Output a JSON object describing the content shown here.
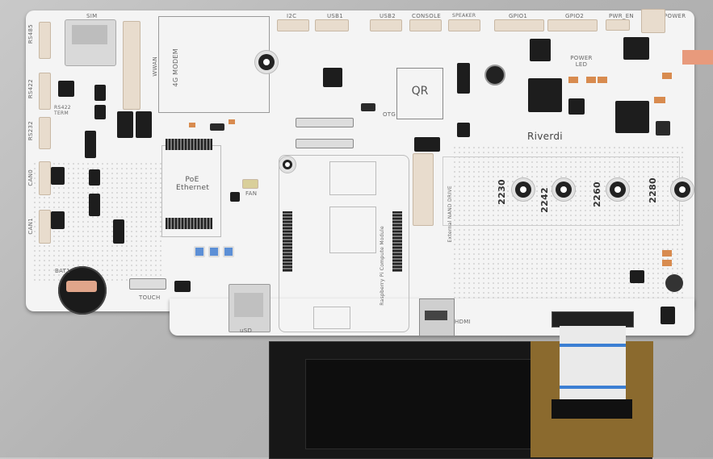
{
  "board": {
    "top_connectors": [
      "I2C",
      "USB1",
      "USB2",
      "CONSOLE",
      "SPEAKER",
      "GPIO1",
      "GPIO2",
      "PWR_EN",
      "POWER"
    ],
    "left_connectors": [
      "RS485",
      "RS422",
      "RS232",
      "CAN0",
      "CAN1"
    ],
    "sim_label": "SIM",
    "wwan_label": "WWAN",
    "modem_label": "4G MODEM",
    "qr_label": "QR",
    "otg_label": "OTG",
    "power_led_label": "POWER LED",
    "brand": "Riverdi",
    "poe_label": "PoE Ethernet",
    "fan_label": "FAN",
    "touch_label": "TOUCH",
    "usd_label": "uSD",
    "hdmi_label": "HDMI",
    "bat_label": "BAT1",
    "nvme_label": "External NAND DRIVE",
    "cm_label": "Raspberry Pi Compute Module",
    "ssd_sizes": [
      "2230",
      "2242",
      "2260",
      "2280"
    ],
    "rs_term_label": "RS422 TERM"
  }
}
